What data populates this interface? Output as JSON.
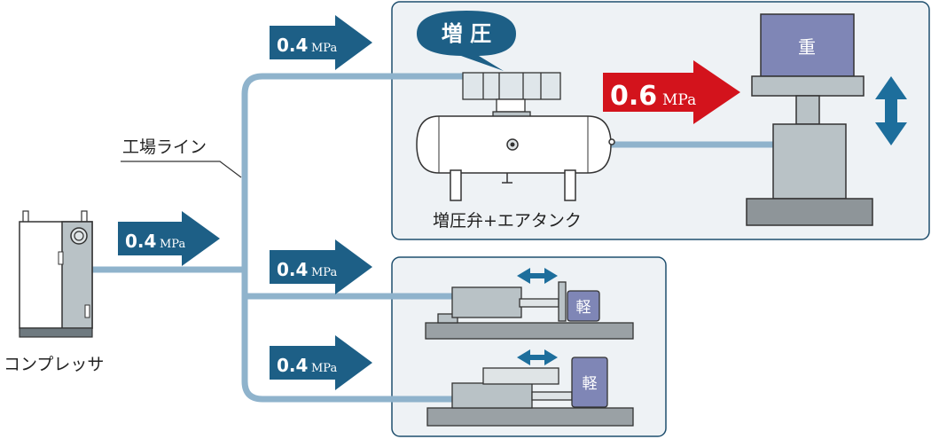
{
  "colors": {
    "pipe": "#8fb3cc",
    "arrow_blue": "#1d5f86",
    "arrow_red": "#d3131c",
    "panel_bg": "#eef2f5",
    "panel_border": "#1f4f6e",
    "machine_gray": "#b9c2c6",
    "weight_purple": "#7f86b6",
    "double_arrow": "#1d6e9c"
  },
  "labels": {
    "compressor": "コンプレッサ",
    "factory_line": "工場ライン",
    "booster_valve_tank": "増圧弁+エアタンク",
    "boost_bubble": "増 圧",
    "heavy": "重",
    "light_1": "軽",
    "light_2": "軽"
  },
  "pressure_arrows": {
    "main_value": "0.4",
    "main_unit": "MPa",
    "branch_top_value": "0.4",
    "branch_top_unit": "MPa",
    "branch_mid_value": "0.4",
    "branch_mid_unit": "MPa",
    "branch_bottom_value": "0.4",
    "branch_bottom_unit": "MPa",
    "boosted_value": "0.6",
    "boosted_unit": "MPa"
  },
  "icons": [
    "compressor-icon",
    "booster-valve-icon",
    "air-tank-icon",
    "cylinder-icon",
    "weight-block-icon",
    "double-arrow-icon"
  ]
}
